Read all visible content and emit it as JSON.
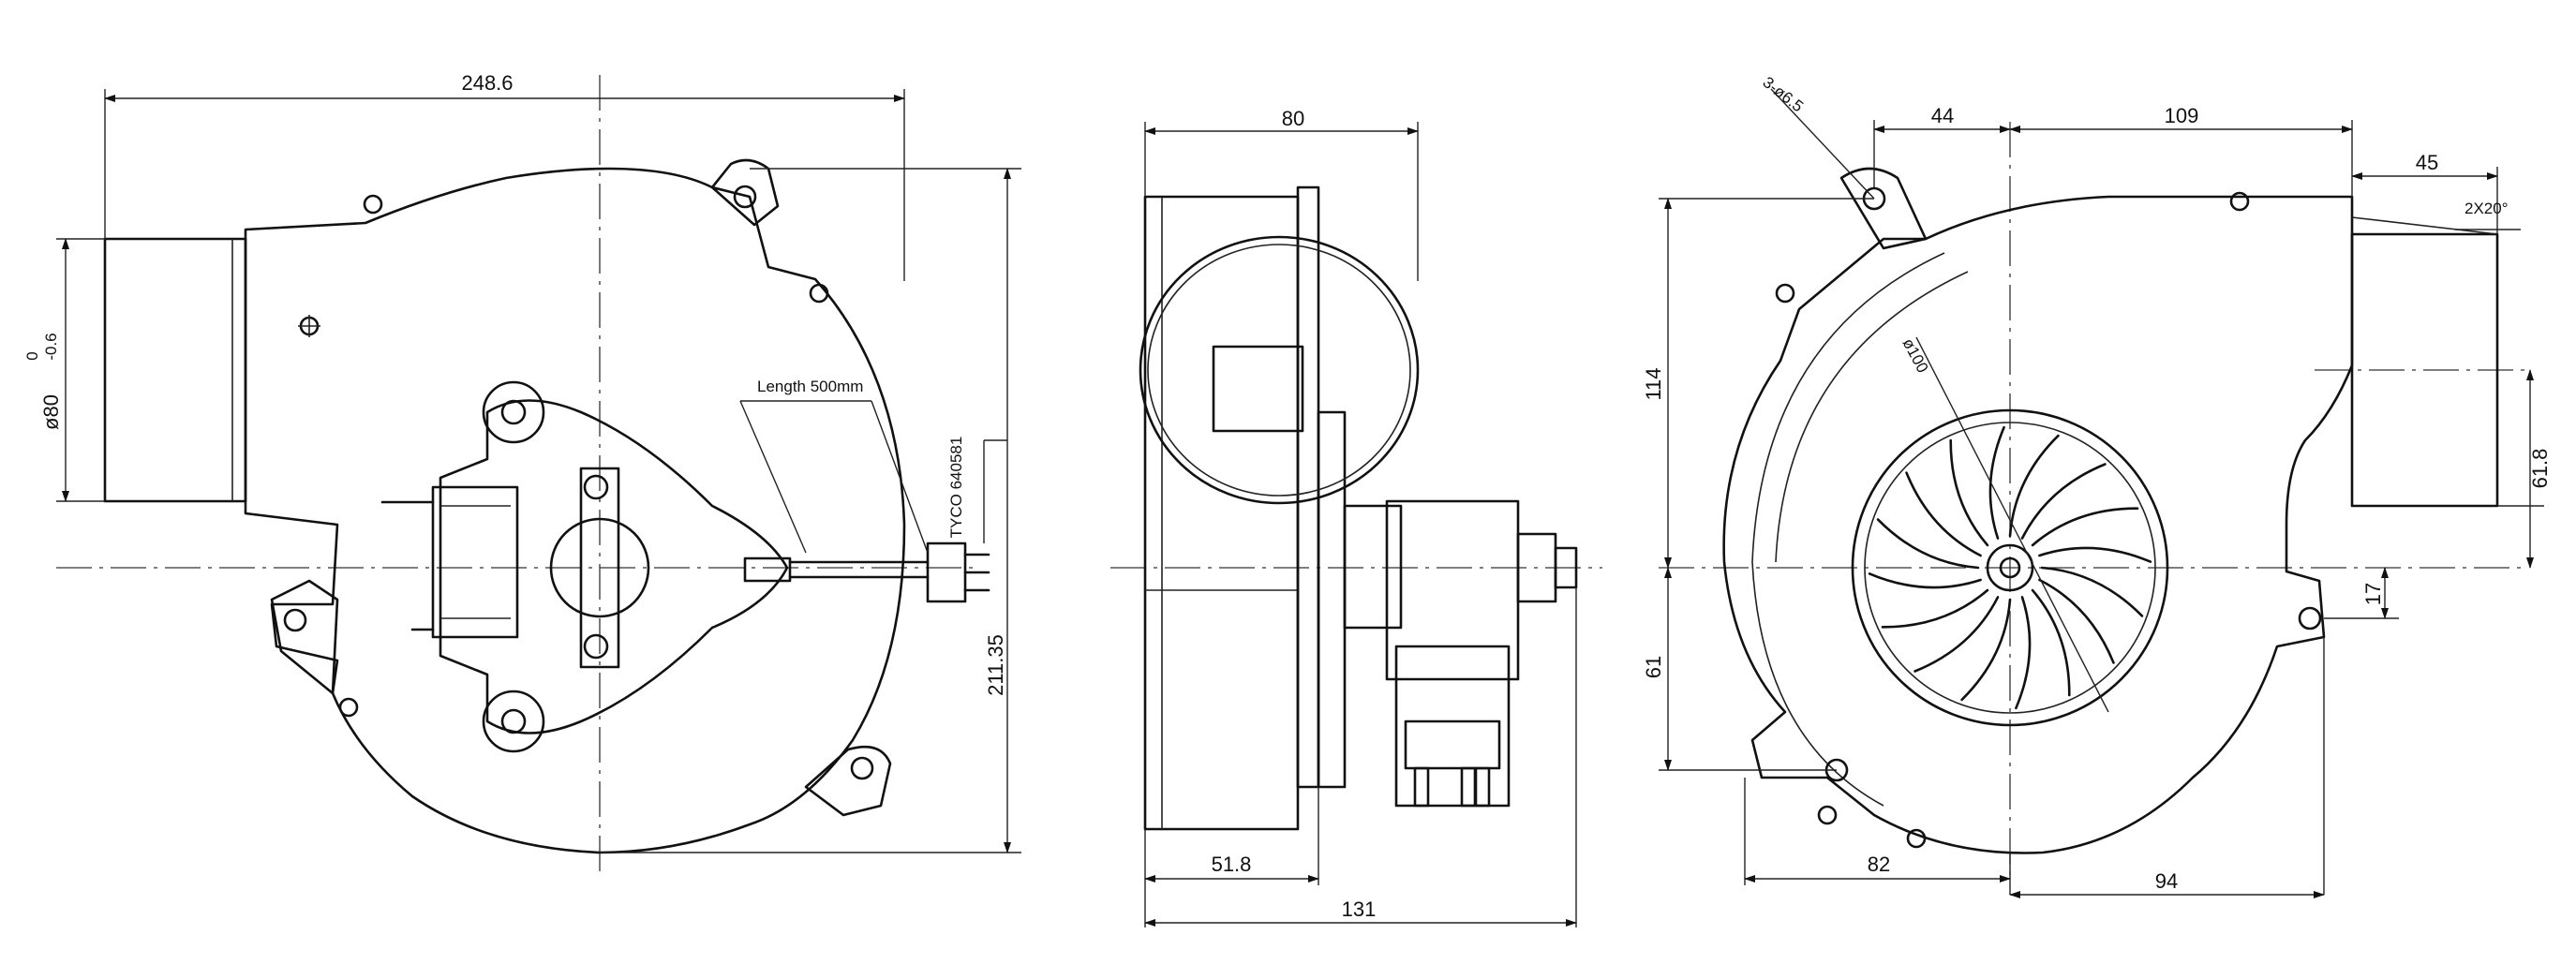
{
  "front_view": {
    "dim_width": "248.6",
    "dim_height": "211.35",
    "dim_inlet_diameter": "ø80",
    "dim_inlet_tol_upper": "0",
    "dim_inlet_tol_lower": "-0.6",
    "cable_length": "Length 500mm",
    "connector": "TYCO 640581"
  },
  "side_view": {
    "dim_top": "80",
    "dim_left_bottom": "51.8",
    "dim_overall": "131"
  },
  "back_view": {
    "holes": "3-ø6.5",
    "dim_top_left": "44",
    "dim_top_mid": "109",
    "dim_top_right": "45",
    "taper": "2X20°",
    "dim_left_upper": "114",
    "dim_left_lower": "61",
    "dim_right_outlet": "61.8",
    "dim_right_offset": "17",
    "impeller_diameter": "ø100",
    "dim_bottom_left": "82",
    "dim_bottom_right": "94"
  },
  "colors": {
    "line": "#111111",
    "background": "#ffffff"
  }
}
